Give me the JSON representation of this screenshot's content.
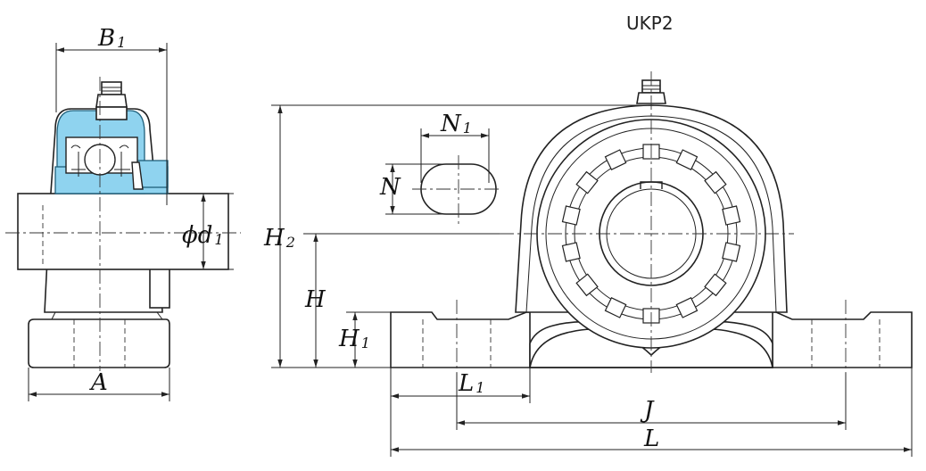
{
  "title": "UKP2",
  "labels": {
    "B1": {
      "main": "B",
      "sub": "1"
    },
    "d1": {
      "main": "ϕd",
      "sub": "1"
    },
    "A": {
      "main": "A",
      "sub": ""
    },
    "N1": {
      "main": "N",
      "sub": "1"
    },
    "N": {
      "main": "N",
      "sub": ""
    },
    "H2": {
      "main": "H",
      "sub": "2"
    },
    "H": {
      "main": "H",
      "sub": ""
    },
    "H1": {
      "main": "H",
      "sub": "1"
    },
    "L1": {
      "main": "L",
      "sub": "1"
    },
    "J": {
      "main": "J",
      "sub": ""
    },
    "L": {
      "main": "L",
      "sub": ""
    }
  },
  "colors": {
    "bearing_fill": "#8fd3ef",
    "line": "#222222"
  }
}
